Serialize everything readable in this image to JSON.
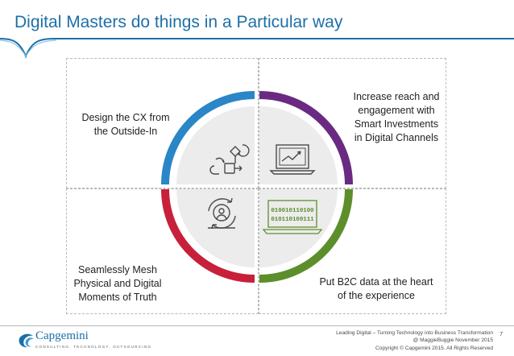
{
  "title": "Digital Masters do things in a Particular way",
  "quadrants": {
    "top_left": "Design the CX from the Outside-In",
    "top_right": "Increase reach and engagement with Smart Investments in Digital Channels",
    "bottom_left": "Seamlessly Mesh Physical and Digital Moments of Truth",
    "bottom_right": "Put B2C data at the heart of the experience"
  },
  "binary": {
    "line1": "010010110100",
    "line2": "010110100111"
  },
  "colors": {
    "title": "#1d6fa8",
    "arc_top_left": "#2a86c6",
    "arc_top_right": "#6b2a82",
    "arc_bottom_left": "#c8203a",
    "arc_bottom_right": "#5c8f2b",
    "icon": "#4a4a4a"
  },
  "footer": {
    "line1": "Leading Digital – Turning Technology into Business Transformation",
    "line2": "@ MaggieBuggie November 2015",
    "line3": "Copyright © Capgemini 2015. All Rights Reserved",
    "page": "7",
    "logo": "Capgemini",
    "tagline": "CONSULTING. TECHNOLOGY. OUTSOURCING"
  }
}
